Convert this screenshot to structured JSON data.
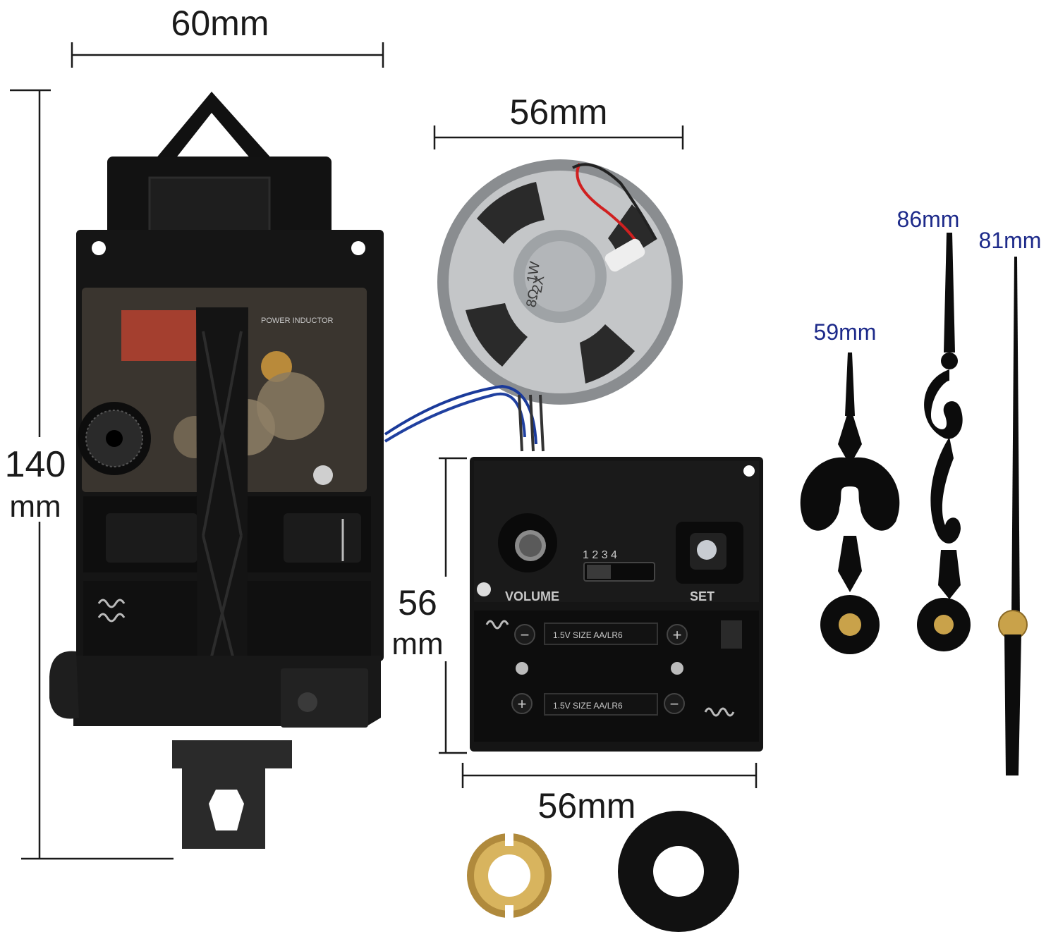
{
  "dimensions": {
    "movement_width": "60mm",
    "movement_height_value": "140",
    "movement_height_unit": "mm",
    "speaker_diameter": "56mm",
    "chime_box_height_value": "56",
    "chime_box_height_unit": "mm",
    "chime_box_width": "56mm"
  },
  "hands": {
    "hour_hand_length": "59mm",
    "minute_hand_length": "86mm",
    "second_hand_length": "81mm"
  },
  "movement_labels": {
    "power": "POWER INDUCTOR"
  },
  "speaker_labels": {
    "line1": "8Ω",
    "line2": "1W",
    "line3": "2X"
  },
  "chime_box_labels": {
    "switch_numbers": "1 2 3 4",
    "volume": "VOLUME",
    "set": "SET",
    "battery_top": "1.5V SIZE AA/LR6",
    "battery_bottom": "1.5V SIZE AA/LR6",
    "plus": "+",
    "minus": "−"
  },
  "colors": {
    "dimension_text": "#1a1a1a",
    "hand_length_text": "#1d2a8a",
    "plastic_black": "#141414",
    "brass": "#c9a24a"
  }
}
